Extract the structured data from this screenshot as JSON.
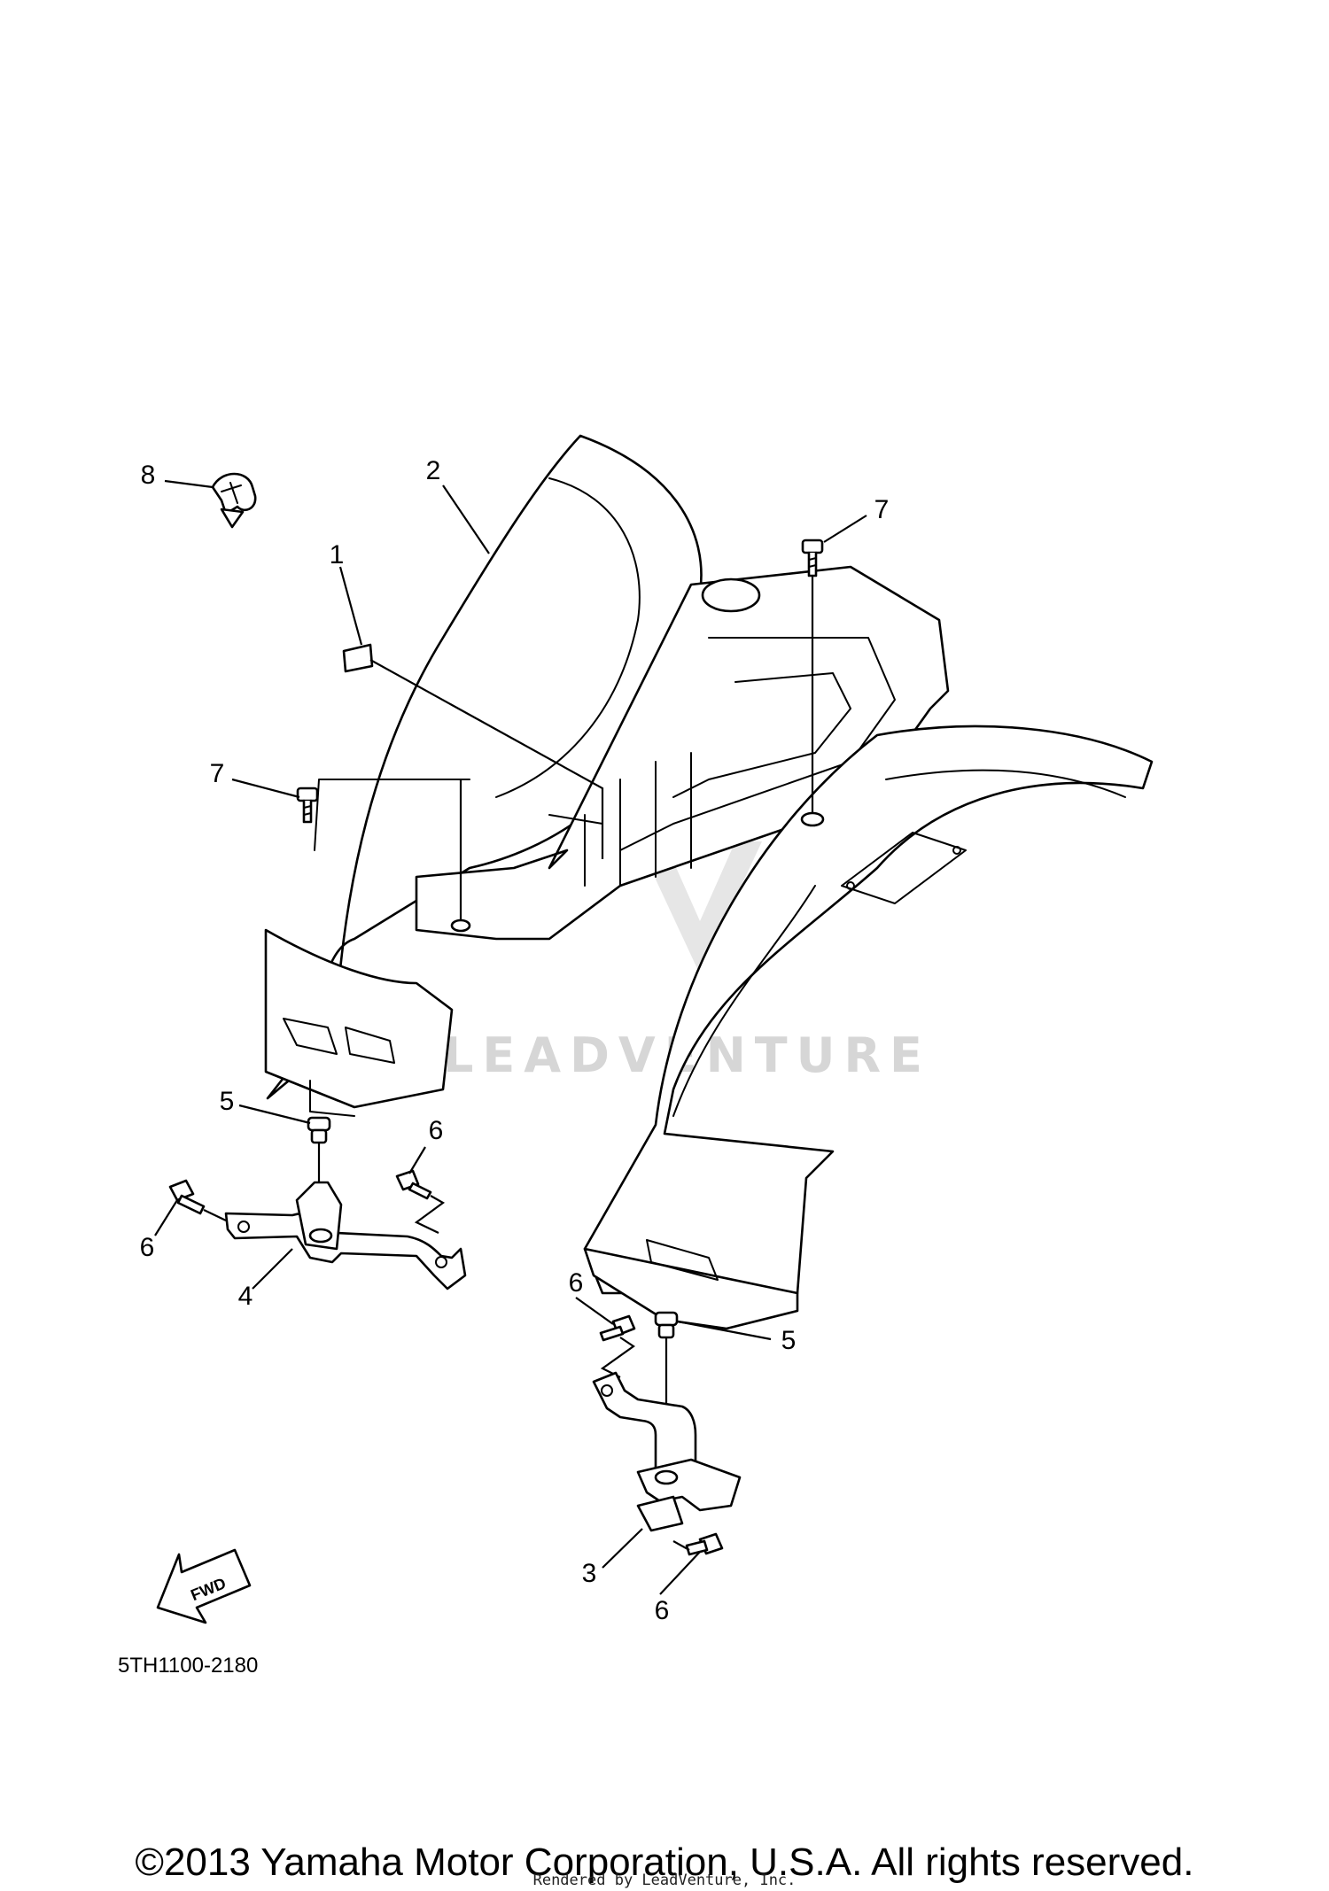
{
  "diagram": {
    "callouts": [
      "1",
      "2",
      "3",
      "4",
      "5",
      "6",
      "7",
      "8"
    ],
    "diagram_code": "5TH1100-2180",
    "fwd_label": "FWD",
    "watermark": "LEADVENTURE",
    "copyright": "©2013 Yamaha Motor Corporation, U.S.A. All rights reserved.",
    "rendered_by": "Rendered by LeadVenture, Inc."
  }
}
